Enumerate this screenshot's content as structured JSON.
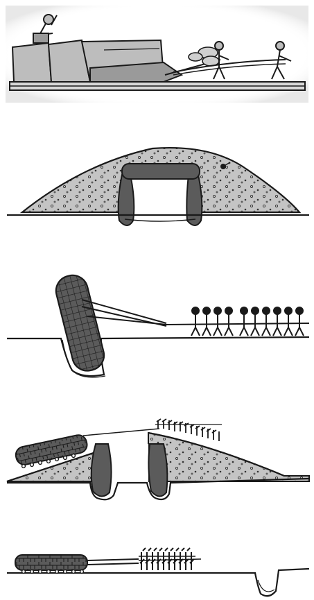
{
  "figure": {
    "panels": [
      {
        "id": "panel-1",
        "depicts": "quarrying"
      },
      {
        "id": "panel-2",
        "depicts": "dolmen-mound"
      },
      {
        "id": "panel-3",
        "depicts": "hauling-into-pit"
      },
      {
        "id": "panel-4",
        "depicts": "capstone-on-ramp"
      },
      {
        "id": "panel-5",
        "depicts": "dragging-on-rollers"
      }
    ],
    "colors": {
      "ink": "#1a1a1a",
      "stone": "#5b5b5b",
      "soil": "#c4c4c4",
      "rock": "#bdbdbd",
      "panel_fade": "#e9e9e9"
    },
    "icons": [
      "worker-figure-icon",
      "rope-icon",
      "roller-log-icon",
      "pit-icon",
      "mound-icon",
      "megalith-stone-icon"
    ]
  }
}
